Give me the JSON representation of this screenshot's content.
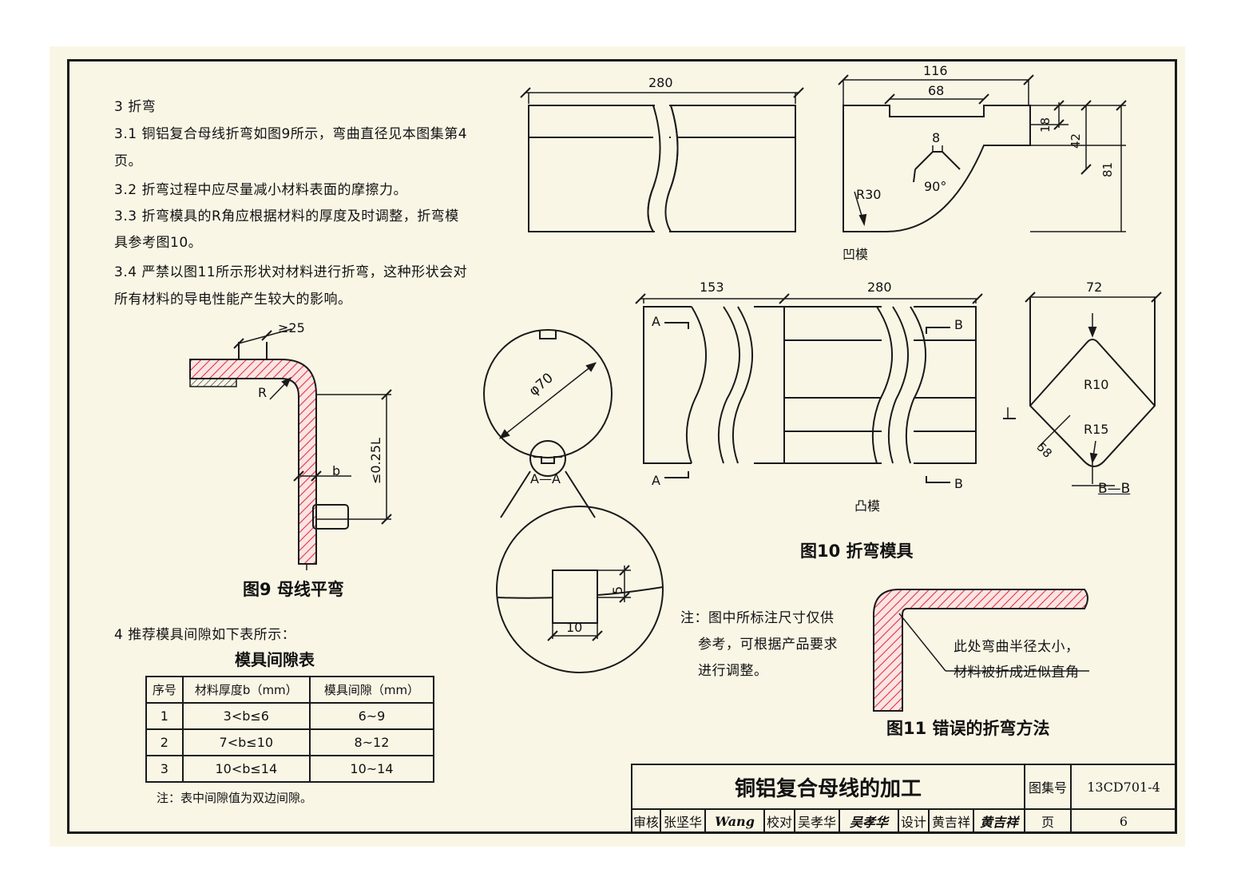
{
  "text": {
    "heading": "3  折弯",
    "p31_line1": "3.1  铜铝复合母线折弯如图9所示，弯曲直径见本图集第4",
    "p31_line2": "页。",
    "p32": "3.2  折弯过程中应尽量减小材料表面的摩擦力。",
    "p33_line1": "3.3  折弯模具的R角应根据材料的厚度及时调整，折弯模",
    "p33_line2": "具参考图10。",
    "p34_line1": "3.4  严禁以图11所示形状对材料进行折弯，这种形状会对",
    "p34_line2": "所有材料的导电性能产生较大的影响。"
  },
  "fig9": {
    "caption": "图9  母线平弯",
    "dim_width": "≥25",
    "label_r": "R",
    "dim_length": "≤0.25L",
    "label_b": "b"
  },
  "fig_round": {
    "dim_dia": "φ70",
    "label_section": "A—A",
    "dim_5": "5",
    "dim_10": "10"
  },
  "fig10": {
    "caption": "图10  折弯模具",
    "dim_280_top": "280",
    "dim_116": "116",
    "dim_68": "68",
    "dim_18": "18",
    "dim_42": "42",
    "dim_81": "81",
    "dim_8": "8",
    "dim_90": "90°",
    "dim_r30": "R30",
    "label_female": "凹模",
    "dim_153": "153",
    "dim_280_mid": "280",
    "dim_72": "72",
    "sec_a1": "A",
    "sec_a2": "A",
    "sec_b1": "B",
    "sec_b2": "B",
    "dim_r10": "R10",
    "dim_r15": "R15",
    "dim_58": "58",
    "label_bb": "B—B",
    "label_male": "凸模"
  },
  "note": {
    "line1": "注：图中所标注尺寸仅供",
    "line2": "参考，可根据产品要求",
    "line3": "进行调整。"
  },
  "fig11": {
    "caption": "图11  错误的折弯方法",
    "callout_line1": "此处弯曲半径太小，",
    "callout_line2": "材料被折成近似直角"
  },
  "table": {
    "intro": "4  推荐模具间隙如下表所示：",
    "title": "模具间隙表",
    "headers": [
      "序号",
      "材料厚度b（mm）",
      "模具间隙（mm）"
    ],
    "rows": [
      [
        "1",
        "3<b≤6",
        "6~9"
      ],
      [
        "2",
        "7<b≤10",
        "8~12"
      ],
      [
        "3",
        "10<b≤14",
        "10~14"
      ]
    ],
    "note": "注：表中间隙值为双边间隙。"
  },
  "title_block": {
    "title": "铜铝复合母线的加工",
    "atlas_label": "图集号",
    "atlas_no": "13CD701-4",
    "review_label": "审核",
    "reviewer": "张坚华",
    "reviewer_sig": "Wang",
    "check_label": "校对",
    "checker": "吴孝华",
    "checker_sig": "吴孝华",
    "design_label": "设计",
    "designer": "黄吉祥",
    "designer_sig": "黄吉祥",
    "page_label": "页",
    "page_no": "6"
  },
  "colors": {
    "line": "#1a1a1a",
    "hatch": "#e0343c",
    "paper": "#faf6e6"
  }
}
